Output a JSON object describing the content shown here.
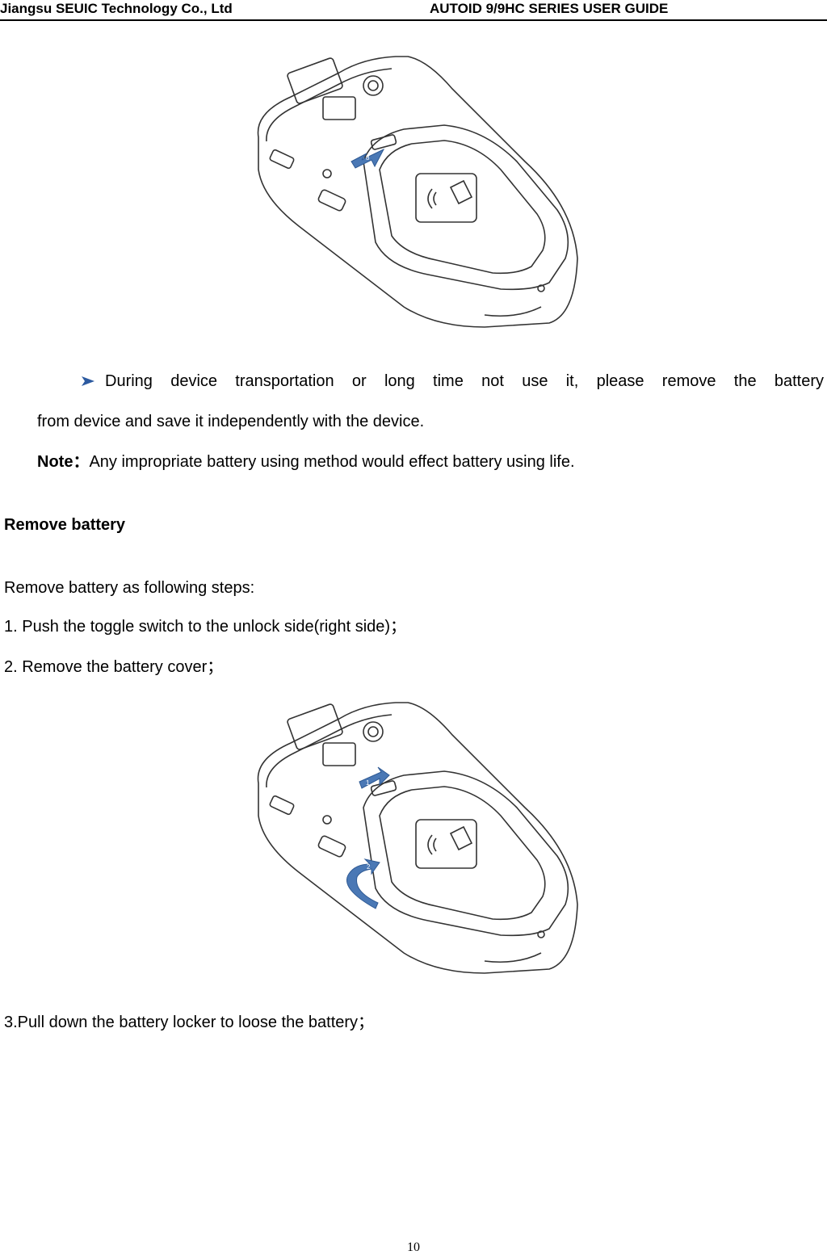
{
  "header": {
    "company": "Jiangsu SEUIC Technology Co., Ltd",
    "guide_title": "AUTOID 9/9HC SERIES USER GUIDE"
  },
  "figure1": {
    "arrow_label": "8"
  },
  "bullet": {
    "text": "During device transportation or long time not use it, please remove the battery",
    "continuation": "from device and save it independently with the device."
  },
  "note": {
    "label": "Note：",
    "text": "Any impropriate battery using method would effect battery using life."
  },
  "section_title": "Remove battery",
  "steps": {
    "intro": "Remove battery as following steps:",
    "step1": "1. Push the toggle switch to the unlock side(right side)；",
    "step2": "2. Remove the battery cover；",
    "step3": "3.Pull down the battery locker to loose the battery；"
  },
  "figure2": {
    "arrow1_label": "1",
    "arrow2_label": "2"
  },
  "page_number": "10",
  "colors": {
    "arrow": "#4a78b5",
    "line": "#333333"
  }
}
